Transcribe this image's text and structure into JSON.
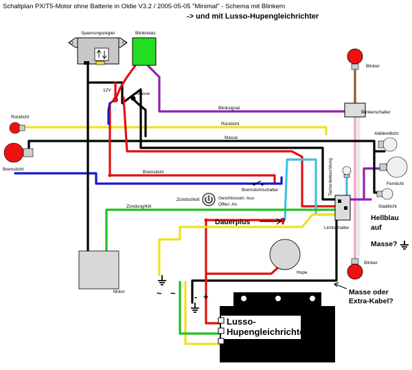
{
  "title": "Schaltplan PX/T5-Motor ohne Batterie in Oldie  V3.2 / 2005-05-05 \"Minimal\" - Schema mit Blinkern",
  "subtitle": "-> und mit Lusso-Hupengleichrichter",
  "components": {
    "regulator": "Spannungsregler",
    "flasher_relay": "Blinkrelais",
    "v12": "12V",
    "masse": "Masse",
    "blinker_top": "Blinker",
    "blinker_bottom": "Blinker",
    "ruecklicht": "Rücklicht",
    "bremslicht": "Bremslicht",
    "blinkerschalter": "Blinkerschalter",
    "abblendlicht": "Abblendlicht",
    "fernlicht": "Fernlicht",
    "stadtlicht": "Stadtlicht",
    "tachobeleuchtung": "Tacho-beleuchtung",
    "lichtschalter": "Lichtschalter",
    "bremslichtschalter": "Bremslichtschalter",
    "zuendschloss": "Zündschloß",
    "geschlossen": "Geschlossen: Aus",
    "offen": "Offen: An",
    "motor": "Motor",
    "hupe": "Hupe"
  },
  "wire_labels": {
    "blinksignal": "Blinksignal",
    "ruecklicht": "Rücklicht",
    "masse": "Masse",
    "bremslicht": "Bremslicht",
    "zuendung": "Zündung/Kill"
  },
  "callouts": {
    "dauerplus": "Dauerplus",
    "hellblau_1": "Hellblau",
    "hellblau_2": "auf",
    "hellblau_3": "Masse?",
    "masse_extra_1": "Masse oder",
    "masse_extra_2": "Extra-Kabel?",
    "lusso_1": "Lusso-",
    "lusso_2": "Hupengleichrichter",
    "minus": "-",
    "plus": "+",
    "ac_left": "~",
    "ac_right": "~"
  },
  "colors": {
    "wire_red": "#e01010",
    "wire_blue": "#1818c8",
    "wire_black": "#000000",
    "wire_yellow": "#f0e020",
    "wire_green": "#20c020",
    "wire_purple": "#9020b0",
    "wire_brown": "#8a5a2a",
    "wire_cyan": "#40c0e0",
    "wire_pink": "#f0a0c8",
    "wire_white": "#e8e8e8",
    "lamp_red": "#ee1111",
    "relay_green": "#22dd22",
    "motor_gray": "#d8d8d8"
  }
}
